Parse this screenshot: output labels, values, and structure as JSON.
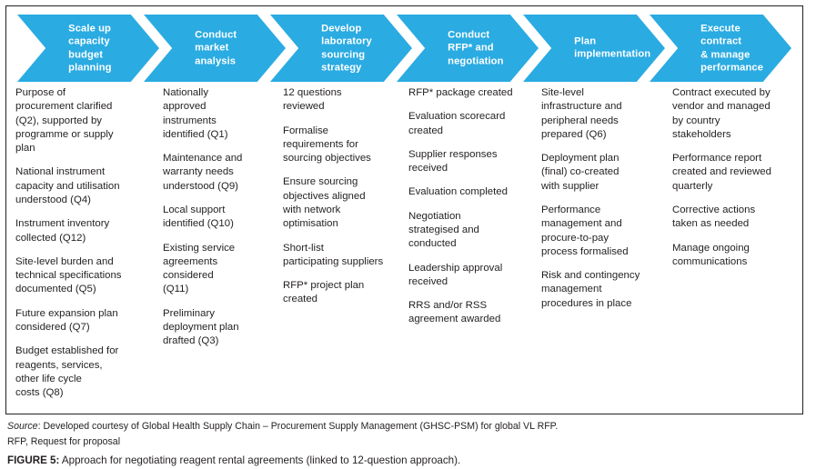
{
  "colors": {
    "accent": "#2aabe2",
    "text": "#231f20",
    "panel_border": "#231f20",
    "background": "#ffffff"
  },
  "process": {
    "steps": [
      {
        "label": "Scale up\ncapacity\nbudget\nplanning"
      },
      {
        "label": "Conduct\nmarket\nanalysis"
      },
      {
        "label": "Develop\nlaboratory\nsourcing\nstrategy"
      },
      {
        "label": "Conduct\nRFP* and\nnegotiation"
      },
      {
        "label": "Plan\nimplementation"
      },
      {
        "label": "Execute\ncontract\n& manage\nperformance"
      }
    ]
  },
  "columns": [
    {
      "step": "Scale up capacity budget planning",
      "bullets": [
        "Purpose of\nprocurement clarified\n(Q2), supported by\nprogramme or supply\nplan",
        "National instrument\ncapacity and utilisation\nunderstood (Q4)",
        "Instrument inventory\ncollected (Q12)",
        "Site-level burden and\ntechnical specifications\ndocumented (Q5)",
        "Future expansion plan\nconsidered (Q7)",
        "Budget established for\nreagents, services,\nother life cycle\ncosts (Q8)"
      ]
    },
    {
      "step": "Conduct market analysis",
      "bullets": [
        "Nationally\napproved\ninstruments\nidentified (Q1)",
        "Maintenance and\nwarranty needs\nunderstood (Q9)",
        "Local support\nidentified (Q10)",
        "Existing service\nagreements\nconsidered\n(Q11)",
        "Preliminary\ndeployment plan\ndrafted (Q3)"
      ]
    },
    {
      "step": "Develop laboratory sourcing strategy",
      "bullets": [
        "12 questions\nreviewed",
        "Formalise\nrequirements for\nsourcing objectives",
        "Ensure sourcing\nobjectives aligned\nwith network\noptimisation",
        "Short-list\nparticipating suppliers",
        "RFP* project plan\ncreated"
      ]
    },
    {
      "step": "Conduct RFP* and negotiation",
      "bullets": [
        "RFP* package created",
        "Evaluation scorecard\ncreated",
        "Supplier responses\nreceived",
        "Evaluation completed",
        "Negotiation\nstrategised and\nconducted",
        "Leadership approval\nreceived",
        "RRS and/or RSS\nagreement awarded"
      ]
    },
    {
      "step": "Plan implementation",
      "bullets": [
        "Site-level\ninfrastructure and\nperipheral needs\nprepared (Q6)",
        "Deployment plan\n(final) co-created\nwith supplier",
        "Performance\nmanagement and\nprocure-to-pay\nprocess formalised",
        "Risk and contingency\nmanagement\nprocedures in place"
      ]
    },
    {
      "step": "Execute contract & manage performance",
      "bullets": [
        "Contract executed by\nvendor and managed\nby country\nstakeholders",
        "Performance report\ncreated and reviewed\nquarterly",
        "Corrective actions\ntaken as needed",
        "Manage ongoing\ncommunications"
      ]
    }
  ],
  "footer": {
    "source_label": "Source",
    "source_text": ": Developed courtesy of Global Health Supply Chain – Procurement Supply Management (GHSC-PSM) for global VL RFP.",
    "abbreviation": "RFP, Request for proposal",
    "figure_number": "FIGURE 5:",
    "figure_title": " Approach for negotiating reagent rental agreements (linked to 12-question approach)."
  }
}
